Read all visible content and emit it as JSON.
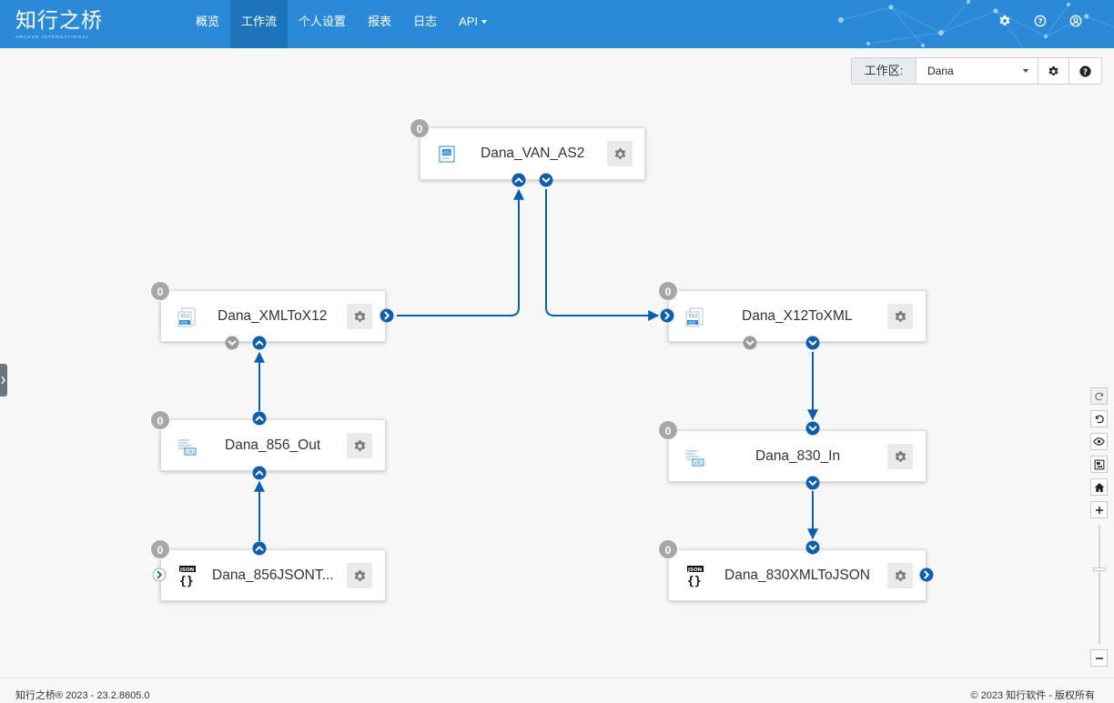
{
  "brand": {
    "name": "知行之桥",
    "tagline": "ARCESB INTERNATIONAL"
  },
  "nav": {
    "items": [
      {
        "label": "概览"
      },
      {
        "label": "工作流"
      },
      {
        "label": "个人设置"
      },
      {
        "label": "报表"
      },
      {
        "label": "日志"
      },
      {
        "label": "API"
      }
    ],
    "active": "工作流"
  },
  "header_icons": [
    "settings-icon",
    "help-icon",
    "user-icon"
  ],
  "workspace": {
    "label": "工作区:",
    "value": "Dana"
  },
  "nodes": [
    {
      "id": "van_as2",
      "label": "Dana_VAN_AS2",
      "count": "0",
      "icon": "as2-icon"
    },
    {
      "id": "xml_to_x12",
      "label": "Dana_XMLToX12",
      "count": "0",
      "icon": "x12-icon"
    },
    {
      "id": "out_856",
      "label": "Dana_856_Out",
      "count": "0",
      "icon": "xml-icon"
    },
    {
      "id": "json_856",
      "label": "Dana_856JSONT...",
      "count": "0",
      "icon": "json-icon"
    },
    {
      "id": "x12_to_xml",
      "label": "Dana_X12ToXML",
      "count": "0",
      "icon": "x12-icon"
    },
    {
      "id": "in_830",
      "label": "Dana_830_In",
      "count": "0",
      "icon": "xml-icon"
    },
    {
      "id": "json_830",
      "label": "Dana_830XMLToJSON",
      "count": "0",
      "icon": "json-icon"
    }
  ],
  "connections": [
    {
      "from": "json_856",
      "to": "out_856"
    },
    {
      "from": "out_856",
      "to": "xml_to_x12"
    },
    {
      "from": "xml_to_x12",
      "to": "van_as2"
    },
    {
      "from": "van_as2",
      "to": "x12_to_xml"
    },
    {
      "from": "x12_to_xml",
      "to": "in_830"
    },
    {
      "from": "in_830",
      "to": "json_830"
    }
  ],
  "zoom_controls": [
    "redo-icon",
    "undo-icon",
    "eye-icon",
    "image-icon",
    "home-icon",
    "zoom-in-icon",
    "zoom-out-icon"
  ],
  "colors": {
    "header": "#2a8ad8",
    "active_nav": "#1d74bb",
    "link": "#0d5fad",
    "badge": "#a7a7a7"
  },
  "footer": {
    "left": "知行之桥® 2023 - 23.2.8605.0",
    "right": "© 2023 知行软件 - 版权所有"
  }
}
